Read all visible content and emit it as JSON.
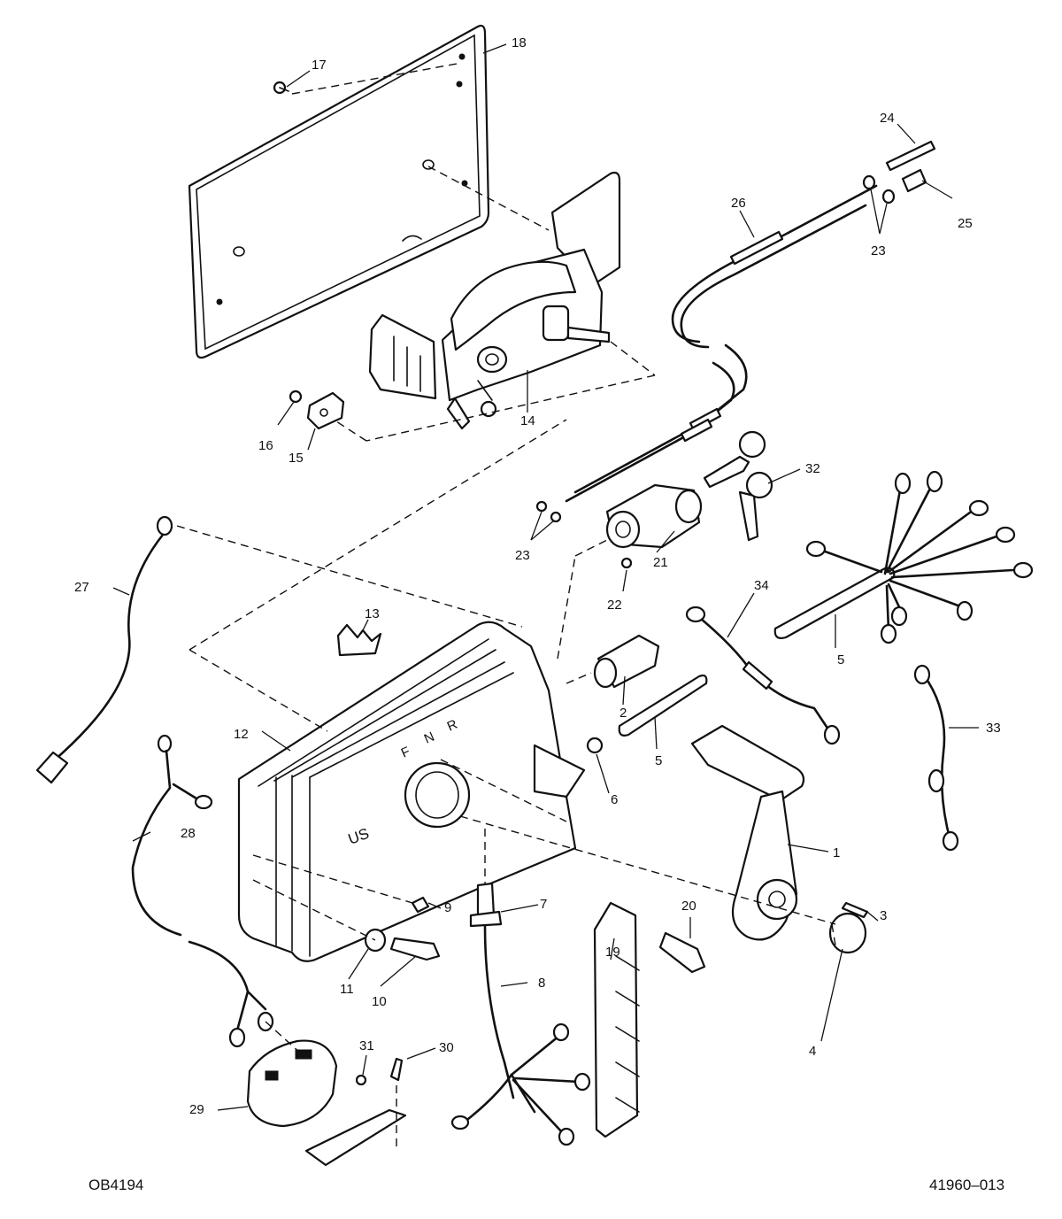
{
  "callouts": [
    "1",
    "2",
    "3",
    "4",
    "5",
    "5",
    "6",
    "7",
    "8",
    "9",
    "10",
    "11",
    "12",
    "13",
    "14",
    "15",
    "16",
    "17",
    "18",
    "19",
    "20",
    "21",
    "22",
    "23",
    "23",
    "24",
    "25",
    "26",
    "27",
    "28",
    "29",
    "30",
    "31",
    "32",
    "33",
    "34"
  ],
  "codes": {
    "left": "OB4194",
    "right": "41960–013"
  },
  "housing_letters": [
    "F",
    "N",
    "R"
  ],
  "housing_logo": "US"
}
